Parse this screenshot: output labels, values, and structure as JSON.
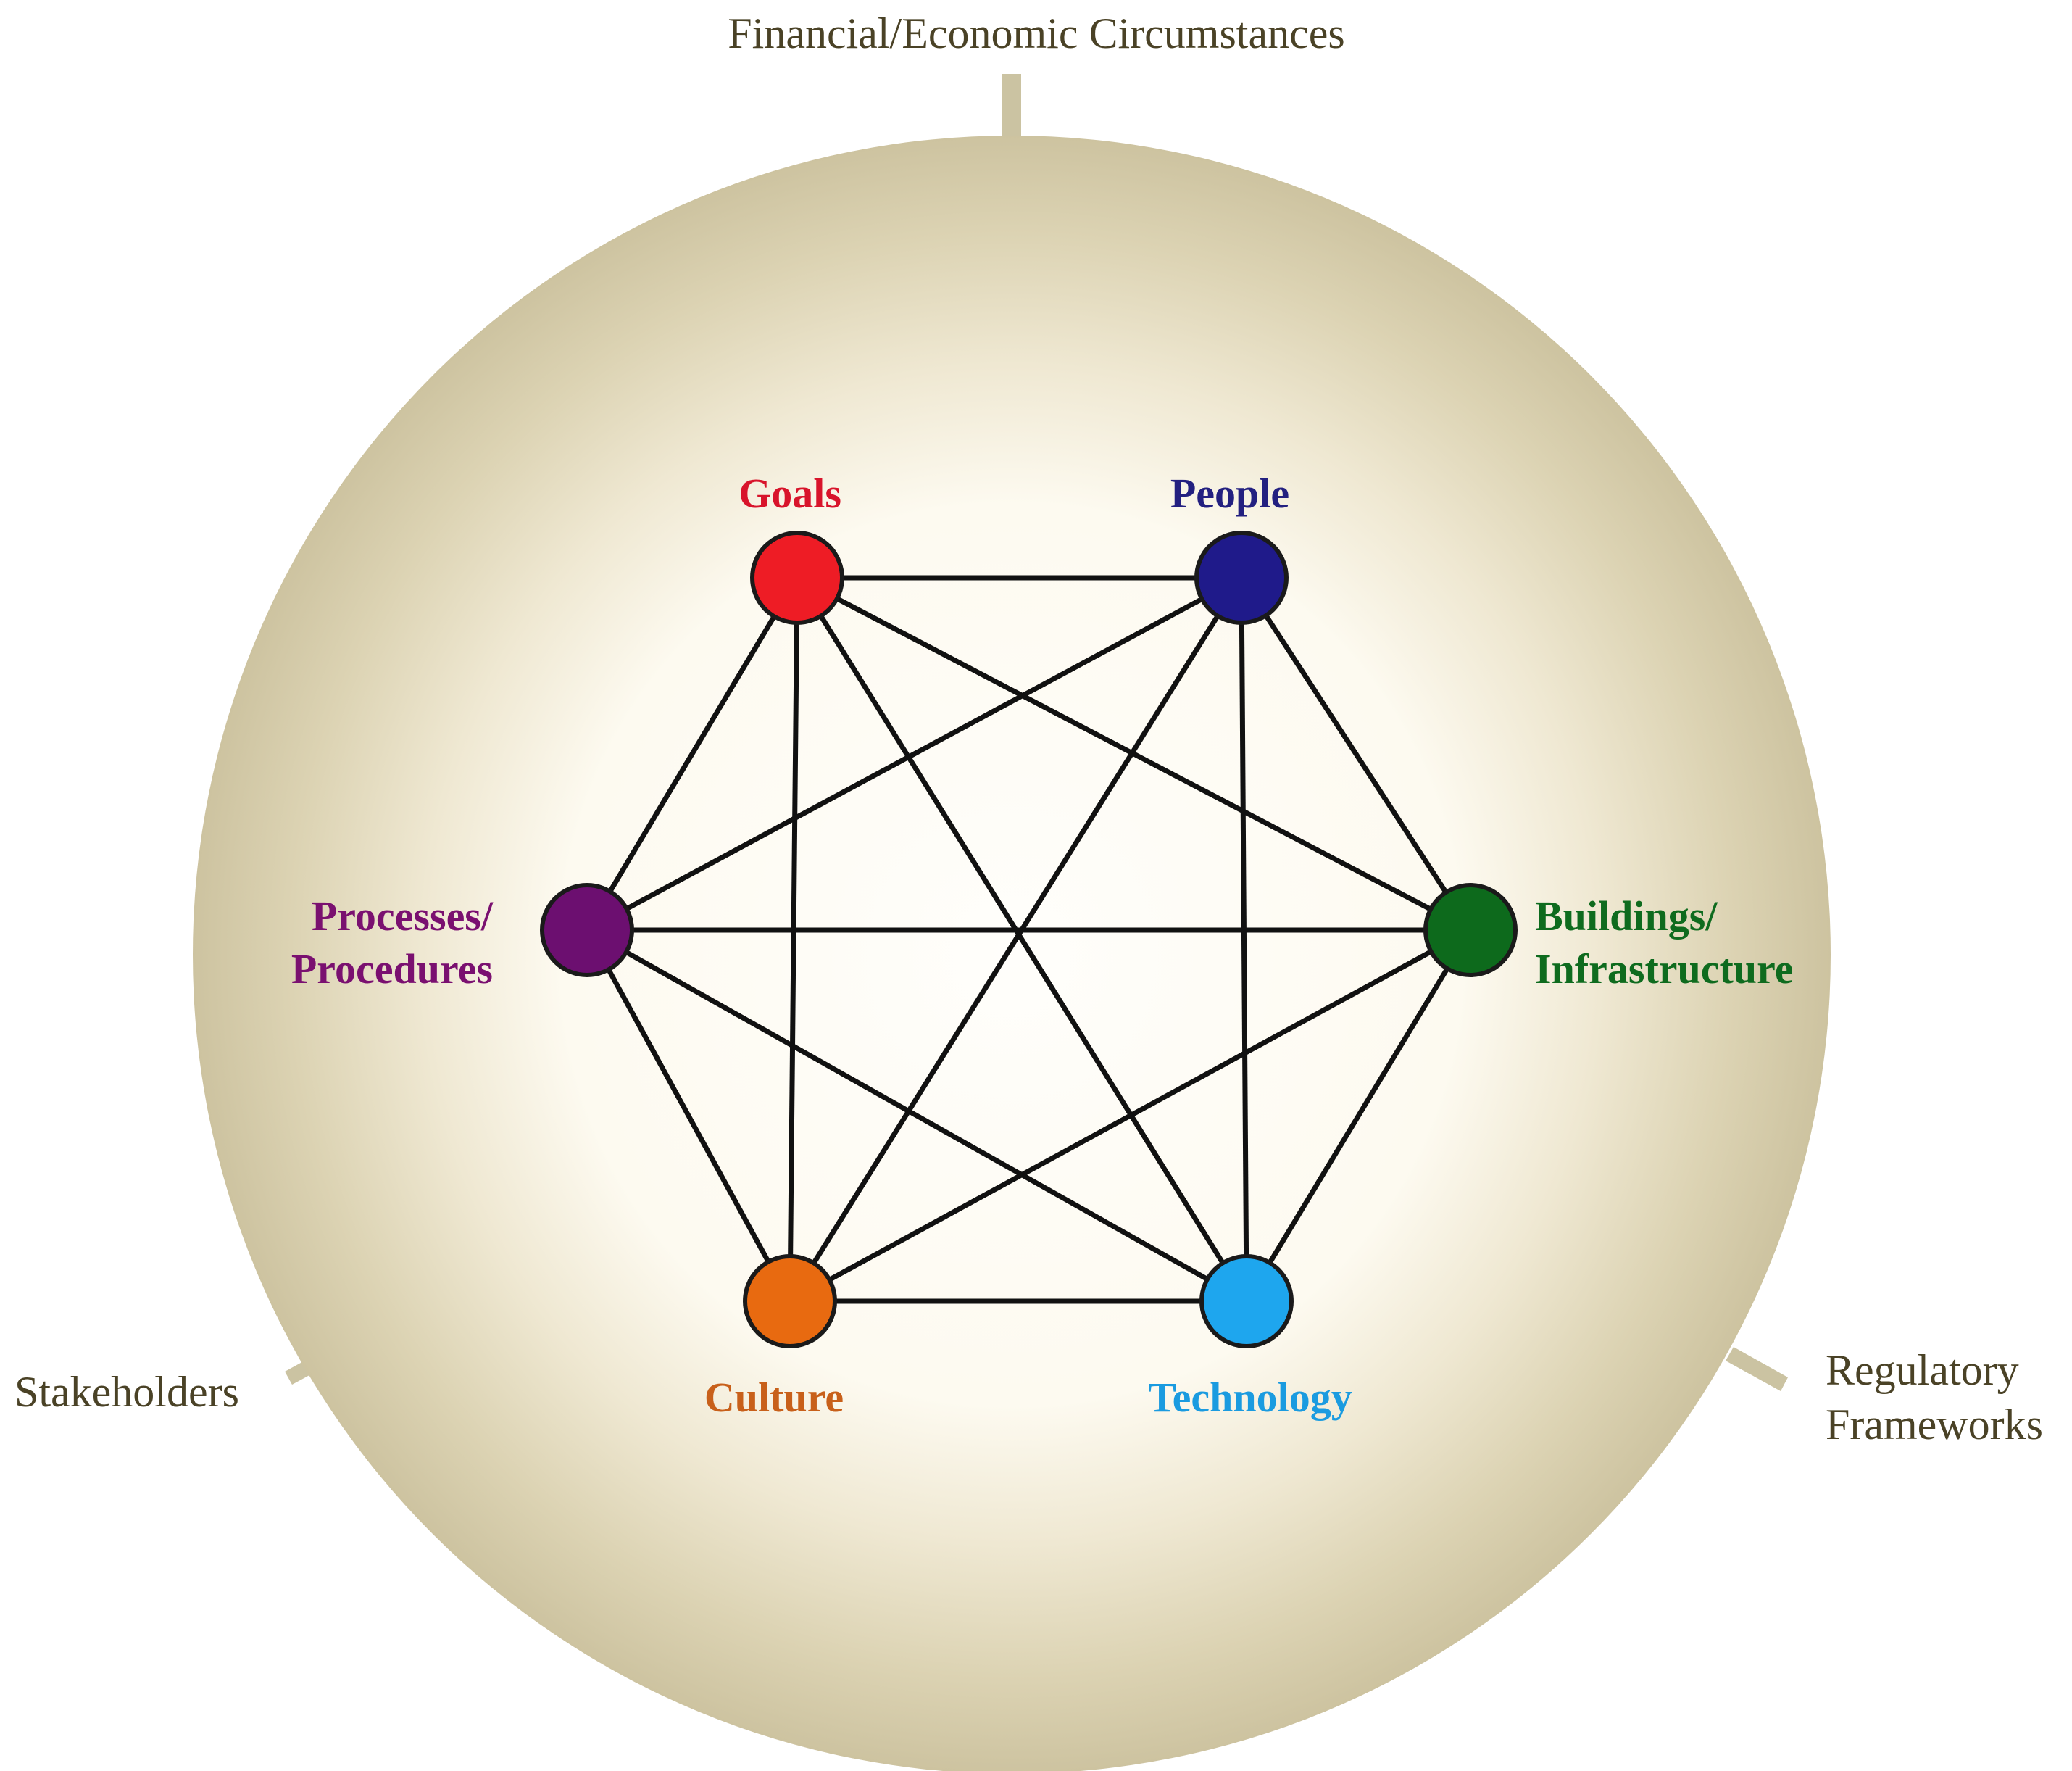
{
  "external_factors": {
    "top": "Financial/Economic Circumstances",
    "left": "Stakeholders",
    "right_line1": "Regulatory",
    "right_line2": "Frameworks"
  },
  "nodes": [
    {
      "id": "goals",
      "label_lines": [
        "Goals"
      ],
      "color": "#ee1c25"
    },
    {
      "id": "people",
      "label_lines": [
        "People"
      ],
      "color": "#1f1a8a"
    },
    {
      "id": "buildings",
      "label_lines": [
        "Buildings/",
        "Infrastructure"
      ],
      "color": "#0d6a1c"
    },
    {
      "id": "technology",
      "label_lines": [
        "Technology"
      ],
      "color": "#1ea6ee"
    },
    {
      "id": "culture",
      "label_lines": [
        "Culture"
      ],
      "color": "#e86a10"
    },
    {
      "id": "processes",
      "label_lines": [
        "Processes/",
        "Procedures"
      ],
      "color": "#6c0f70"
    }
  ],
  "label_colors": {
    "goals": "#d8142b",
    "people": "#232080",
    "buildings": "#0e6b1e",
    "technology": "#1a9be0",
    "culture": "#c8601a",
    "processes": "#7a1070"
  },
  "colors": {
    "sphere_center": "#fffdf6",
    "sphere_edge": "#cfc5a2",
    "edge_line": "#111111"
  },
  "edges": "complete-graph"
}
